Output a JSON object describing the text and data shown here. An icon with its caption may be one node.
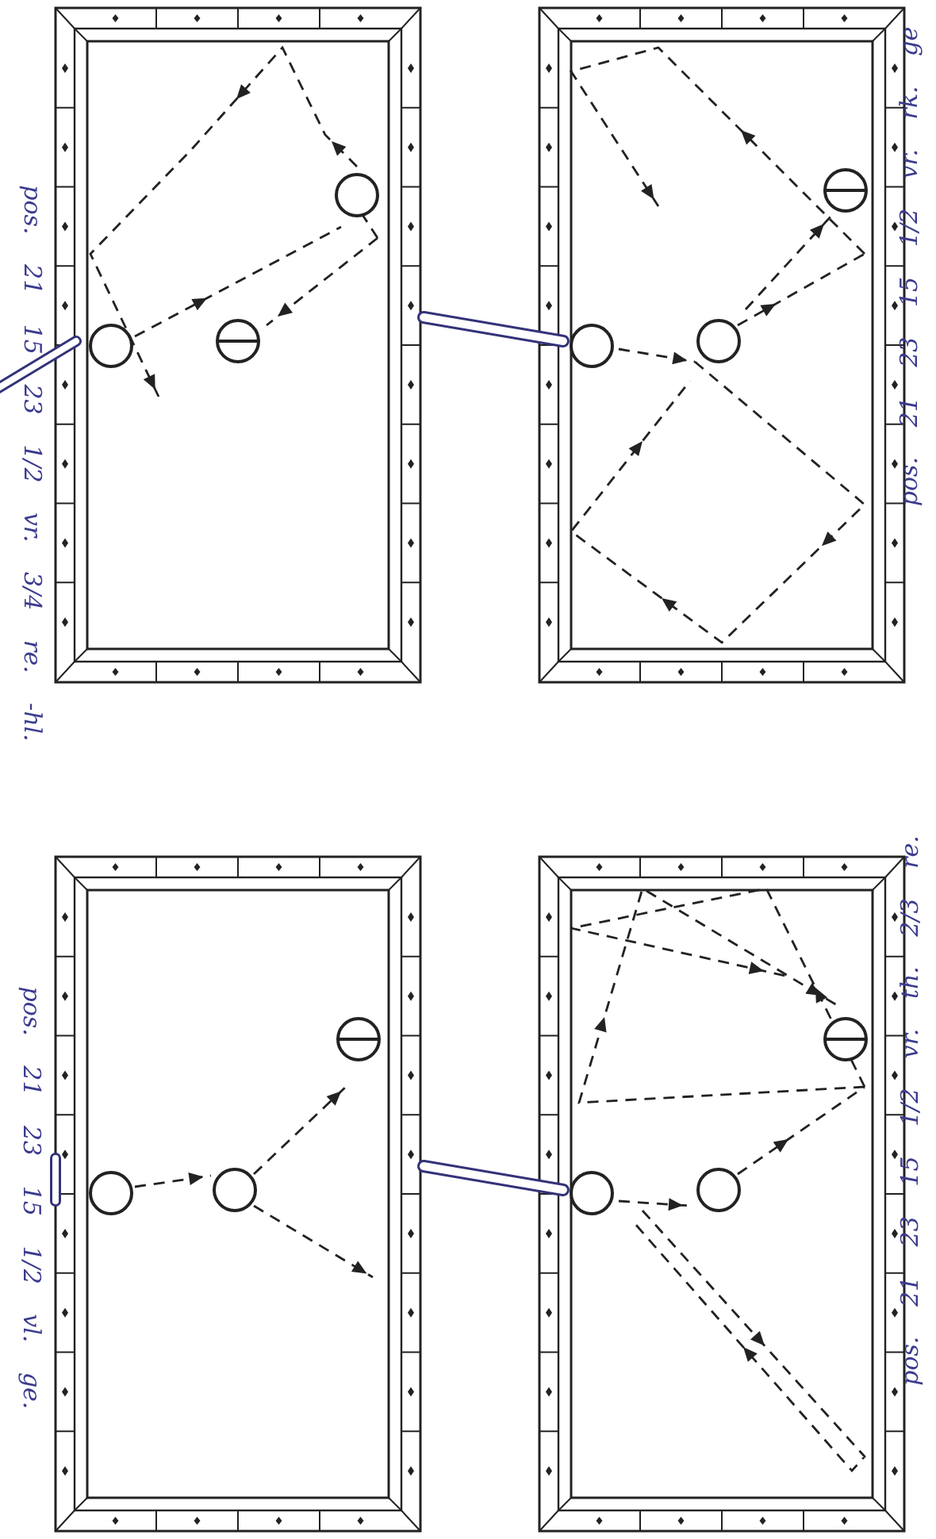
{
  "diagram": {
    "labels": [
      "pos. 21 15 23 1/2 vr. 3/4 re. -hl.",
      "pos. 21 23 15 1/2 vr. rk. ge",
      "pos. 21 23 15 1/2 vl. ge.",
      "pos. 21 23 15 1/2 vr. th. 2/3 re."
    ]
  }
}
